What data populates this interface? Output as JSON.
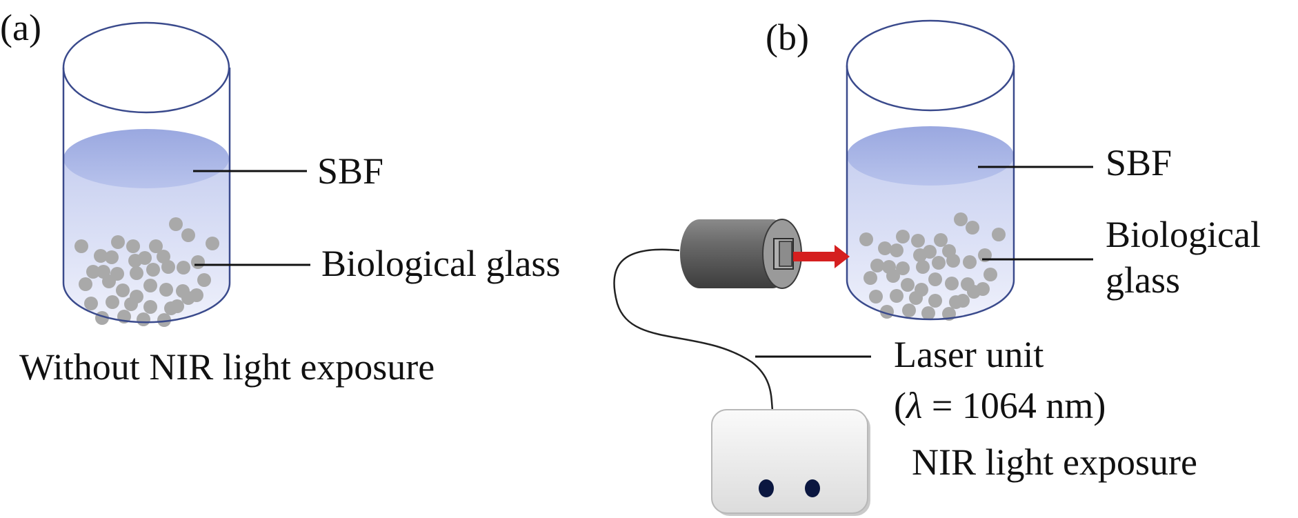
{
  "panel_a": {
    "tag": "(a)",
    "labels": {
      "sbf": "SBF",
      "glass": "Biological glass"
    },
    "caption": "Without NIR light exposure"
  },
  "panel_b": {
    "tag": "(b)",
    "labels": {
      "sbf": "SBF",
      "glass_line1": "Biological",
      "glass_line2": "glass"
    },
    "laser": {
      "line1": "Laser unit",
      "paren_open": "(",
      "symbol": "λ",
      "value": " = 1064 nm)"
    },
    "caption": "NIR light exposure"
  },
  "colors": {
    "beaker_outline": "#3a4a8c",
    "liquid_surface": "#a9b6e6",
    "liquid_body": "#d6dcf4",
    "particle": "#a9a9a9",
    "arrow": "#d51f1f",
    "laser_head": "#666666",
    "laser_box": "#eeeeee"
  }
}
